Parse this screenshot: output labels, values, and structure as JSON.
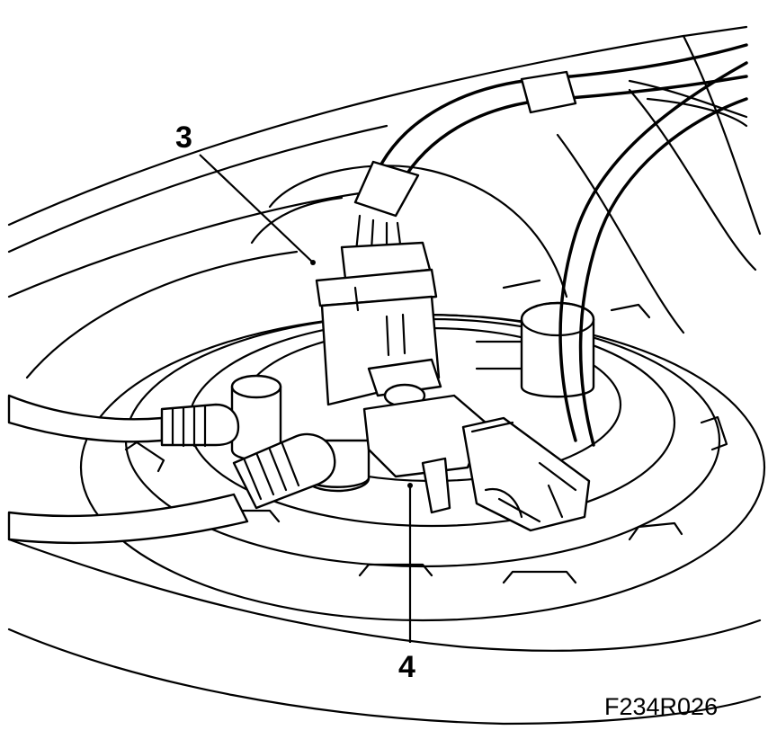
{
  "callouts": {
    "part_3": "3",
    "part_4": "4"
  },
  "figure_code": "F234R026"
}
